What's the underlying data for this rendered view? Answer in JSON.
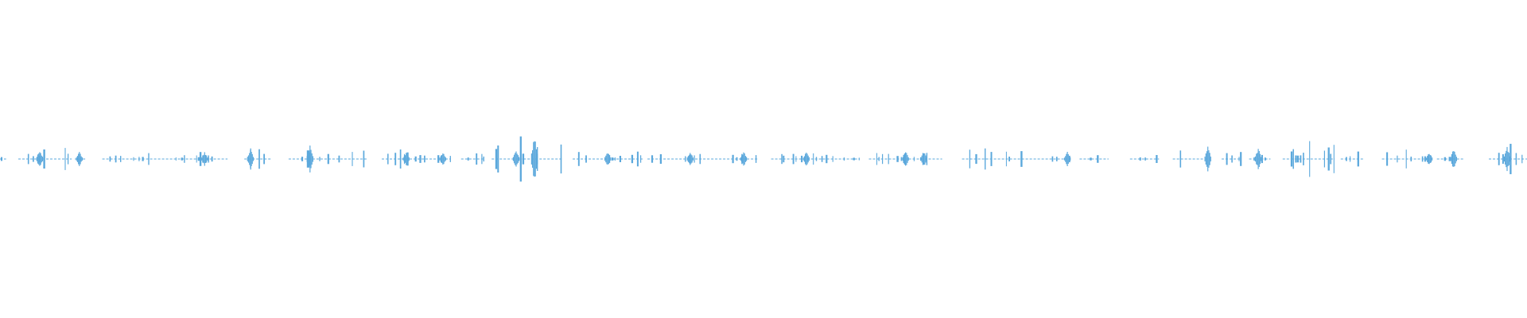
{
  "waveform": {
    "color": "#5ba8dc",
    "baseline_color": "#5ba8dc",
    "segments": [
      {
        "start": 0.0,
        "end": 0.004,
        "peak": 0.06
      },
      {
        "start": 0.012,
        "end": 0.047,
        "peak": 0.1
      },
      {
        "start": 0.049,
        "end": 0.056,
        "peak": 0.06
      },
      {
        "start": 0.067,
        "end": 0.149,
        "peak": 0.05
      },
      {
        "start": 0.16,
        "end": 0.178,
        "peak": 0.08
      },
      {
        "start": 0.189,
        "end": 0.241,
        "peak": 0.08
      },
      {
        "start": 0.25,
        "end": 0.295,
        "peak": 0.07
      },
      {
        "start": 0.302,
        "end": 0.317,
        "peak": 0.06
      },
      {
        "start": 0.322,
        "end": 0.368,
        "peak": 0.2
      },
      {
        "start": 0.375,
        "end": 0.421,
        "peak": 0.06
      },
      {
        "start": 0.424,
        "end": 0.496,
        "peak": 0.05
      },
      {
        "start": 0.505,
        "end": 0.563,
        "peak": 0.05
      },
      {
        "start": 0.569,
        "end": 0.617,
        "peak": 0.06
      },
      {
        "start": 0.63,
        "end": 0.701,
        "peak": 0.09
      },
      {
        "start": 0.707,
        "end": 0.726,
        "peak": 0.05
      },
      {
        "start": 0.74,
        "end": 0.759,
        "peak": 0.04
      },
      {
        "start": 0.768,
        "end": 0.793,
        "peak": 0.08
      },
      {
        "start": 0.8,
        "end": 0.813,
        "peak": 0.05
      },
      {
        "start": 0.818,
        "end": 0.832,
        "peak": 0.06
      },
      {
        "start": 0.84,
        "end": 0.874,
        "peak": 0.13
      },
      {
        "start": 0.878,
        "end": 0.893,
        "peak": 0.06
      },
      {
        "start": 0.905,
        "end": 0.937,
        "peak": 0.1
      },
      {
        "start": 0.941,
        "end": 0.959,
        "peak": 0.04
      },
      {
        "start": 0.975,
        "end": 0.985,
        "peak": 0.08
      },
      {
        "start": 0.986,
        "end": 1.0,
        "peak": 0.15
      }
    ],
    "spikes": [
      {
        "pos": 0.026,
        "amp": 0.12
      },
      {
        "pos": 0.052,
        "amp": 0.09
      },
      {
        "pos": 0.134,
        "amp": 0.09
      },
      {
        "pos": 0.164,
        "amp": 0.13
      },
      {
        "pos": 0.203,
        "amp": 0.17
      },
      {
        "pos": 0.266,
        "amp": 0.09
      },
      {
        "pos": 0.29,
        "amp": 0.09
      },
      {
        "pos": 0.338,
        "amp": 0.12
      },
      {
        "pos": 0.35,
        "amp": 0.3
      },
      {
        "pos": 0.398,
        "amp": 0.1
      },
      {
        "pos": 0.452,
        "amp": 0.09
      },
      {
        "pos": 0.487,
        "amp": 0.1
      },
      {
        "pos": 0.528,
        "amp": 0.09
      },
      {
        "pos": 0.593,
        "amp": 0.11
      },
      {
        "pos": 0.605,
        "amp": 0.1
      },
      {
        "pos": 0.699,
        "amp": 0.09
      },
      {
        "pos": 0.791,
        "amp": 0.16
      },
      {
        "pos": 0.824,
        "amp": 0.14
      },
      {
        "pos": 0.936,
        "amp": 0.09
      },
      {
        "pos": 0.952,
        "amp": 0.14
      },
      {
        "pos": 0.987,
        "amp": 0.16
      }
    ]
  }
}
